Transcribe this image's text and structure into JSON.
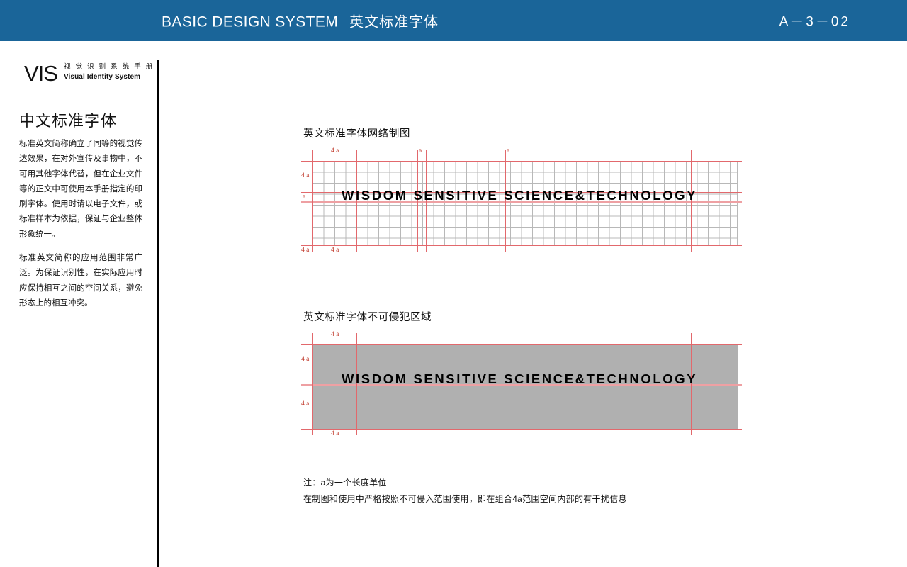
{
  "header": {
    "title_en": "BASIC DESIGN SYSTEM",
    "title_cn": "英文标准字体",
    "page_code": "A－3－02",
    "bg_color": "#1A6599"
  },
  "sidebar": {
    "logo_mark": "VIS",
    "logo_cn": "视 觉 识 别 系 统 手 册",
    "logo_en": "Visual Identity System",
    "title": "中文标准字体",
    "paragraph_1": "标准英文简称确立了同等的视觉传达效果，在对外宣传及事物中，不可用其他字体代替，但在企业文件等的正文中可使用本手册指定的印刷字体。使用时请以电子文件，或标准样本为依据，保证与企业整体形象统一。",
    "paragraph_2": "标准英文简称的应用范围非常广泛。为保证识别性，在实际应用时应保持相互之间的空间关系，避免形态上的相互冲突。"
  },
  "main": {
    "section_grid": {
      "heading": "英文标准字体网络制图",
      "wordmark": "WISDOM SENSITIVE SCIENCE&TECHNOLOGY",
      "labels": {
        "top_left": "4 a",
        "top_mid_1": "a",
        "top_mid_2": "a",
        "left_upper": "4 a",
        "left_cap": "a",
        "bottom_corner": "4 a",
        "bottom_left": "4 a"
      }
    },
    "section_clear": {
      "heading": "英文标准字体不可侵犯区域",
      "wordmark": "WISDOM SENSITIVE SCIENCE&TECHNOLOGY",
      "labels": {
        "top": "4 a",
        "left_upper": "4 a",
        "left_lower": "4 a",
        "bottom": "4 a"
      },
      "block_color": "#b0b0b0"
    },
    "notes": {
      "line_1": "注：a为一个长度单位",
      "line_2": "在制图和使用中严格按照不可侵入范围使用，即在组合4a范围空间内部的有干扰信息"
    }
  },
  "colors": {
    "header_blue": "#1A6599",
    "construction_red": "#e2686c",
    "grid_gray": "#b8b8b8"
  }
}
